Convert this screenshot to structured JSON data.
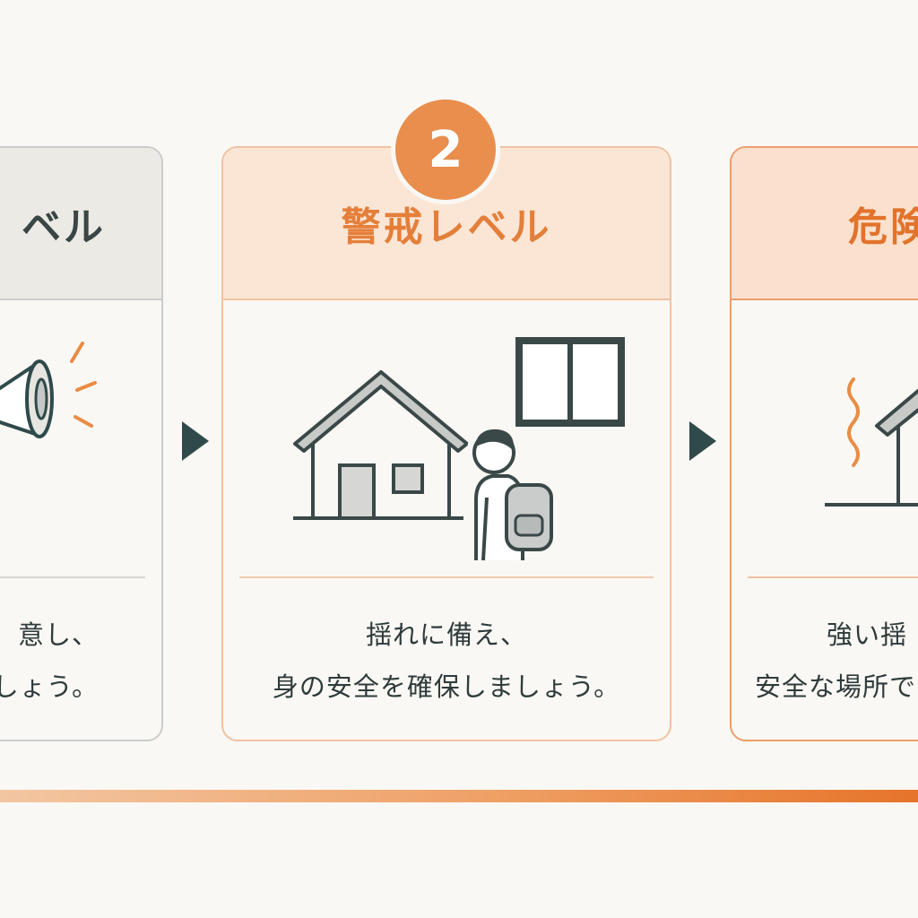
{
  "step_badge": "2",
  "cards": [
    {
      "title": "ベル",
      "lines": [
        "意し、",
        "しょう。"
      ]
    },
    {
      "title": "警戒レベル",
      "lines": [
        "揺れに備え、",
        "身の安全を確保しましょう。"
      ]
    },
    {
      "title": "危険",
      "lines": [
        "強い揺",
        "安全な場所で"
      ]
    }
  ],
  "icons": [
    "megaphone-icon",
    "house-icon",
    "window-icon",
    "person-backpack-icon",
    "shaking-house-icon"
  ],
  "colors": {
    "accent": "#e98e4d",
    "dark": "#2f4a4a",
    "bg": "#faf8f4"
  }
}
